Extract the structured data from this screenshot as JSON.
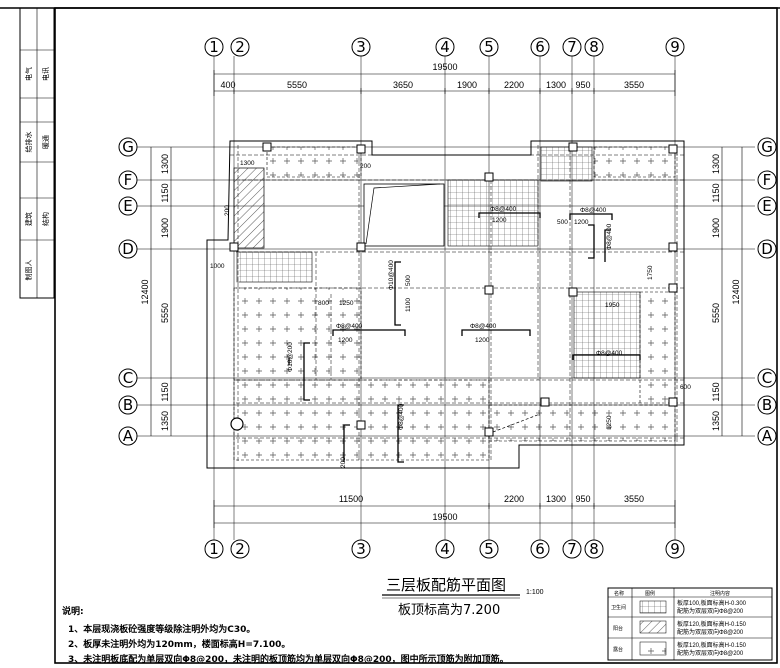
{
  "drawing": {
    "title": "三层板配筋平面图",
    "scale": "1:100",
    "subtitle": "板顶标高为7.200"
  },
  "axes": {
    "top": [
      "1",
      "2",
      "3",
      "4",
      "5",
      "6",
      "7",
      "8",
      "9"
    ],
    "left": [
      "G",
      "F",
      "E",
      "D",
      "C",
      "B",
      "A"
    ]
  },
  "dimensions": {
    "top_total": "19500",
    "top_segments": [
      "400",
      "5550",
      "3650",
      "1900",
      "2200",
      "1300",
      "950",
      "3550"
    ],
    "bottom_total": "19500",
    "bottom_segments": [
      "11500",
      "2200",
      "1300",
      "950",
      "3550"
    ],
    "left_total": "12400",
    "left_segments": [
      "1300",
      "1150",
      "1900",
      "5550",
      "1150",
      "1350"
    ],
    "right_total": "12400",
    "right_segments": [
      "1300",
      "1150",
      "1900",
      "5550",
      "1150",
      "1350"
    ]
  },
  "annotations": {
    "a1": "1300",
    "a2": "1000",
    "a3": "800",
    "a4": "1250",
    "a5": "1950",
    "a6": "1750",
    "a7": "1250",
    "a8": "600",
    "a9": "200",
    "a10": "500",
    "a11": "1200",
    "r1": "Φ8@400",
    "r2": "Φ10@400",
    "r3": "Φ8@400",
    "r4": "Φ8@400",
    "r5": "Φ10@200",
    "r6": "Φ8@400",
    "r7": "Φ8@400",
    "r8": "Φ8@400",
    "r9": "Φ8@400",
    "r10": "1200",
    "r11": "1100",
    "r12": "500",
    "r13": "1200",
    "r14": "1200"
  },
  "title_block": [
    "电气",
    "电讯",
    "给排水",
    "暖通",
    "建筑",
    "结构",
    "制图人"
  ],
  "legend": {
    "headers": [
      "名称",
      "图例",
      "注明内容"
    ],
    "rows": [
      {
        "name": "卫生间",
        "text1": "板厚100,板面标高H-0.300",
        "text2": "配筋为双层双向Φ8@200"
      },
      {
        "name": "阳台",
        "text1": "板厚120,板面标高H-0.150",
        "text2": "配筋为双层双向Φ8@200"
      },
      {
        "name": "露台",
        "text1": "板厚120,板面标高H-0.150",
        "text2": "配筋为双层双向Φ8@200"
      }
    ]
  },
  "notes": {
    "heading": "说明:",
    "items": [
      "1、本层现浇板砼强度等级除注明外均为C30。",
      "2、板厚未注明外均为120mm，楼面标高H=7.100。",
      "3、未注明板底配为单层双向Φ8@200，未注明的板顶筋均为单层双向Φ8@200，图中所示顶筋为附加顶筋。"
    ]
  }
}
